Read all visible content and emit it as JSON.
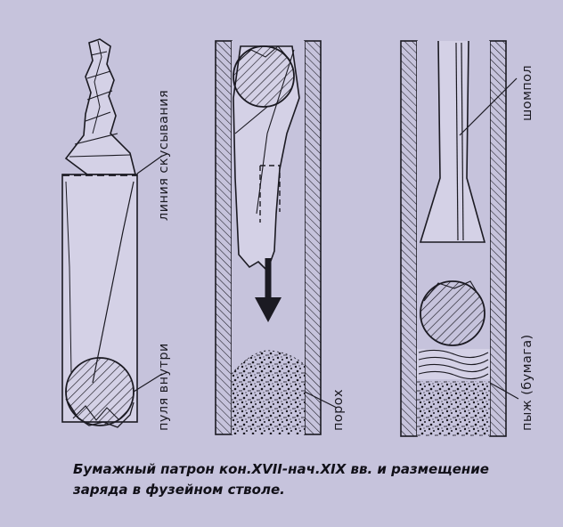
{
  "labels": {
    "bite_line": "линия скусывания",
    "bullet_inside": "пуля внутри",
    "powder": "порох",
    "ramrod": "шомпол",
    "wad": "пыж (бумага)"
  },
  "caption": {
    "line1": "Бумажный патрон кон.XVII-нач.XIX вв. и размещение",
    "line2": "заряда в фузейном стволе."
  },
  "colors": {
    "background": "#c6c3dc",
    "ink": "#1b1a22",
    "paper": "#d4d1e6"
  }
}
